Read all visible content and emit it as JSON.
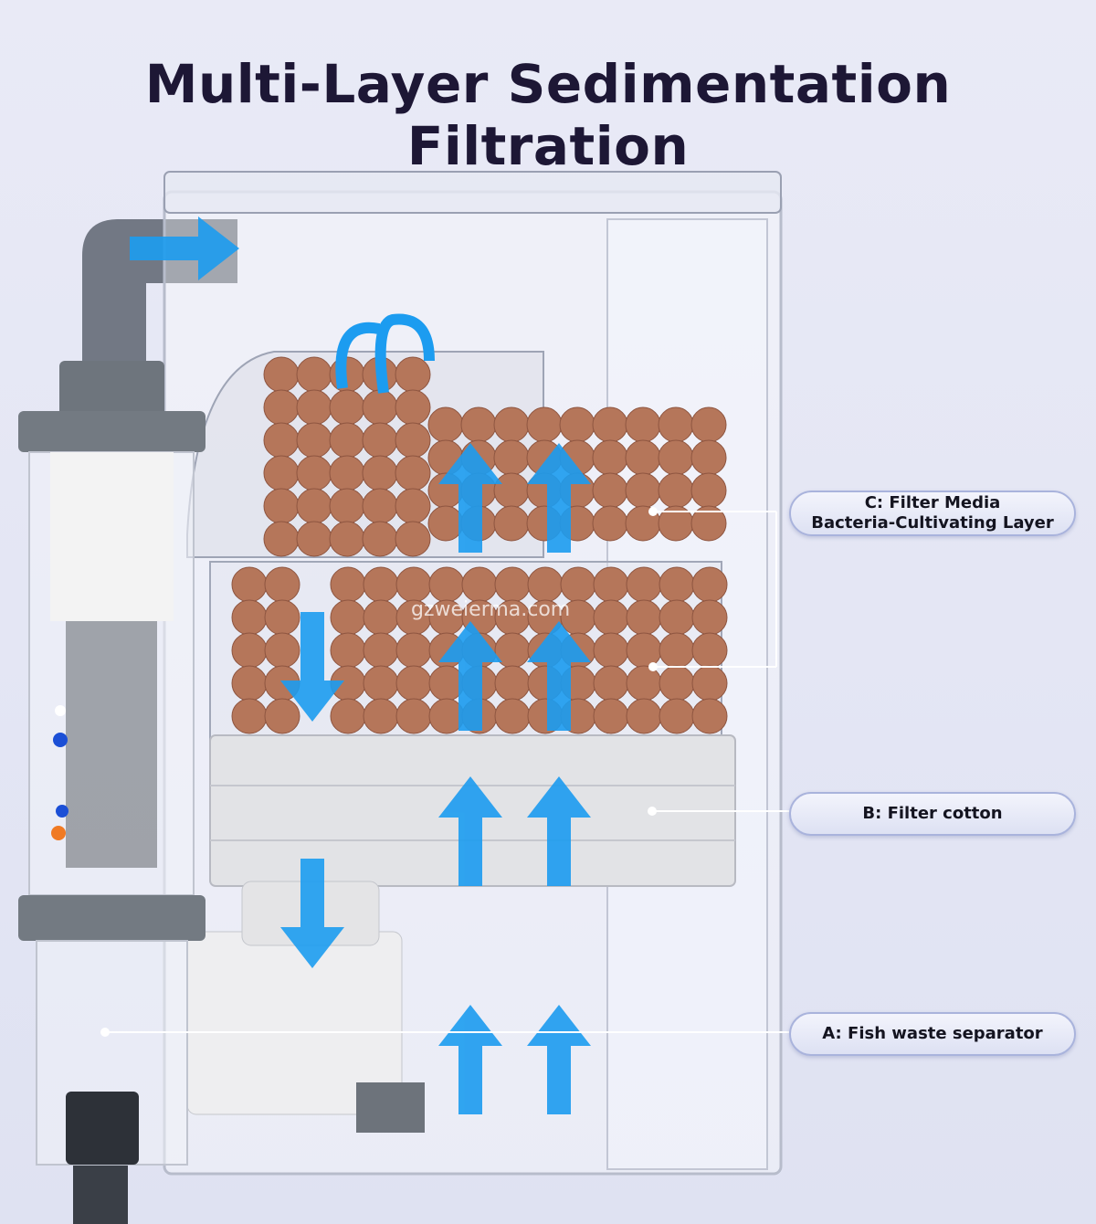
{
  "title": "Multi-Layer Sedimentation Filtration",
  "labels": {
    "c_line1": "C: Filter Media",
    "c_line2": "Bacteria-Cultivating Layer",
    "b": "B: Filter cotton",
    "a": "A: Fish waste separator"
  },
  "watermark": "gzweierma.com",
  "colors": {
    "arrow": "#1c9cf0",
    "title": "#1d1735",
    "media": "#b5765a"
  }
}
